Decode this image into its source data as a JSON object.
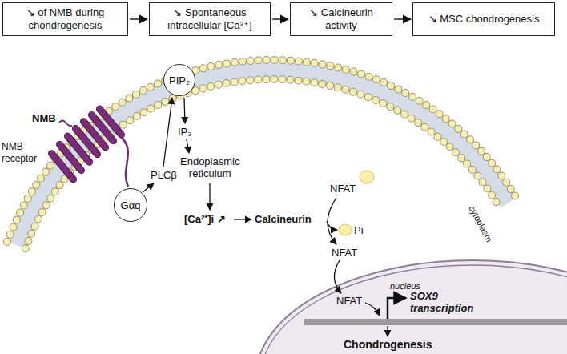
{
  "diagram": {
    "nodes": [
      {
        "text": [
          "↘ of NMB during chondrogenesis"
        ]
      },
      {
        "text": [
          "↘ Spontaneous intracellular [Ca²⁺]"
        ]
      },
      {
        "text": [
          "↘ Calcineurin activity"
        ]
      },
      {
        "text": [
          "↘ MSC chondrogenesis"
        ]
      },
      {
        "text": [
          "Gαq"
        ]
      },
      {
        "text": [
          "PIP₂"
        ]
      }
    ],
    "edges": [
      {
        "from": 0,
        "to": 1,
        "arrow": "to"
      },
      {
        "from": 1,
        "to": 2,
        "arrow": "to"
      },
      {
        "from": 2,
        "to": 3,
        "arrow": "to"
      }
    ],
    "labels": [
      "NMB",
      "NMB receptor",
      "PLCβ",
      "IP₃",
      "Endoplasmic reticulum",
      "[Ca²⁺]i ↗",
      "Calcineurin",
      "NFAT",
      "Pi",
      "NFAT",
      "NFAT",
      "nucleus",
      "SOX9 transcription",
      "Chondrogenesis",
      "cytoplasm"
    ]
  }
}
